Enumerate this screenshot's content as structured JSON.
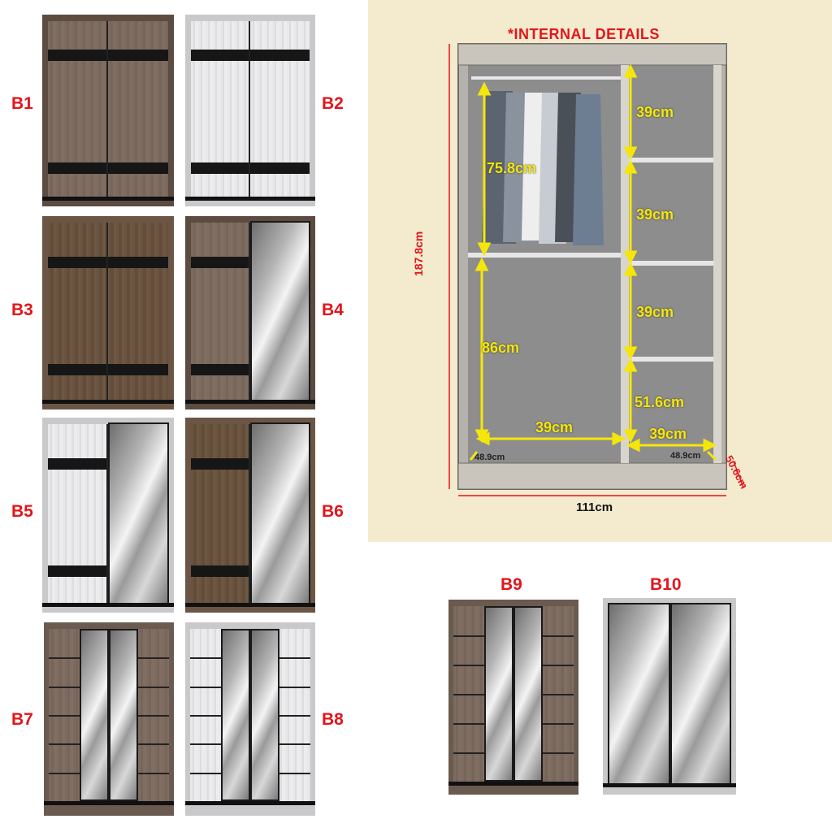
{
  "variants": [
    {
      "id": "B1"
    },
    {
      "id": "B2"
    },
    {
      "id": "B3"
    },
    {
      "id": "B4"
    },
    {
      "id": "B5"
    },
    {
      "id": "B6"
    },
    {
      "id": "B7"
    },
    {
      "id": "B8"
    },
    {
      "id": "B9"
    },
    {
      "id": "B10"
    }
  ],
  "internal": {
    "title": "*INTERNAL DETAILS",
    "height": "187.8cm",
    "width": "111cm",
    "depth": "50.6cm",
    "hanging_height": "75.8cm",
    "lower_height": "86cm",
    "shelf_1": "39cm",
    "shelf_2": "39cm",
    "shelf_3": "39cm",
    "bottom_compartment": "51.6cm",
    "left_width": "39cm",
    "right_width": "39cm",
    "left_depth": "48.9cm",
    "right_depth": "48.9cm"
  },
  "colors": {
    "label_red": "#e3151b",
    "dimension_yellow": "#f5e60a",
    "panel_background": "#f4ebcf"
  }
}
